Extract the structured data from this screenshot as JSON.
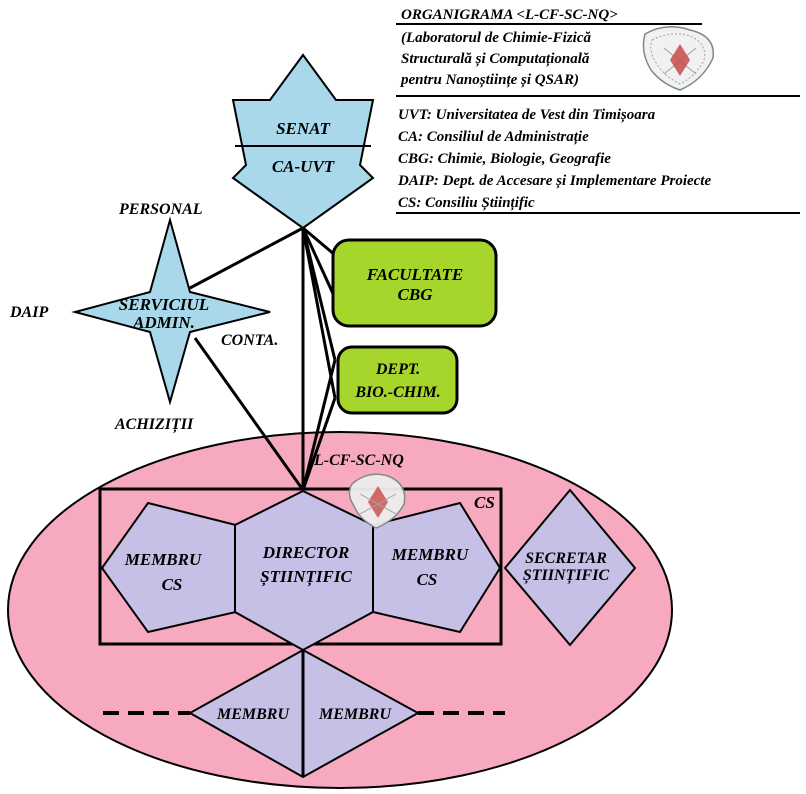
{
  "header": {
    "title": "ORGANIGRAMA <L-CF-SC-NQ>",
    "subtitle_lines": [
      "(Laboratorul de Chimie-Fizică",
      "Structurală și Computațională",
      "pentru Nanoștiințe și QSAR)"
    ]
  },
  "legend": [
    "UVT: Universitatea de Vest din Timișoara",
    "CA: Consiliul de Administrație",
    "CBG: Chimie, Biologie, Geografie",
    "DAIP: Dept. de Accesare și Implementare Proiecte",
    "CS: Consiliu Științific"
  ],
  "nodes": {
    "senat": "SENAT",
    "ca_uvt": "CA-UVT",
    "serviciul_line1": "SERVICIUL",
    "serviciul_line2": "ADMIN.",
    "personal": "PERSONAL",
    "daip": "DAIP",
    "conta": "CONTA.",
    "achizitii": "ACHIZIȚII",
    "facultate_line1": "FACULTATE",
    "facultate_line2": "CBG",
    "dept_line1": "DEPT.",
    "dept_line2": "BIO.-CHIM.",
    "lab": "L-CF-SC-NQ",
    "cs": "CS",
    "director_line1": "DIRECTOR",
    "director_line2": "ȘTIINȚIFIC",
    "membru_left_line1": "MEMBRU",
    "membru_left_line2": "CS",
    "membru_right_line1": "MEMBRU",
    "membru_right_line2": "CS",
    "secretar_line1": "SECRETAR",
    "secretar_line2": "ȘTIINȚIFIC",
    "membru_bottom_left": "MEMBRU",
    "membru_bottom_right": "MEMBRU"
  },
  "colors": {
    "star": "#a8d8ea",
    "green": "#a6d62c",
    "ellipse": "#f7a9c0",
    "lavender": "#c6c0e6",
    "ink": "#000000"
  }
}
